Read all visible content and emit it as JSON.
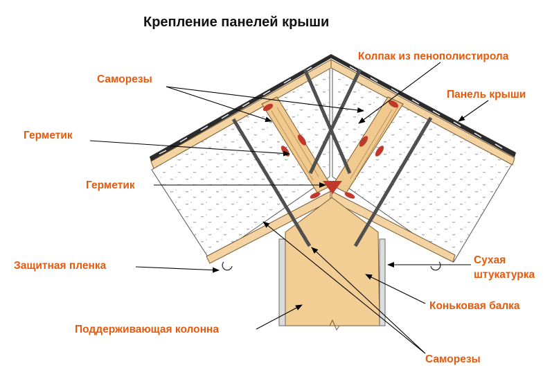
{
  "title": "Крепление панелей крыши",
  "labels": {
    "cap": "Колпак из пенополистирола",
    "screws_top": "Саморезы",
    "roof_panel": "Панель крыши",
    "sealant_left": "Герметик",
    "sealant_center": "Герметик",
    "protective_film": "Защитная пленка",
    "drywall_line1": "Сухая",
    "drywall_line2": "штукатурка",
    "ridge_beam": "Коньковая балка",
    "support_column": "Поддерживающая колонна",
    "screws_bottom": "Саморезы"
  },
  "colors": {
    "label": "#e8590c",
    "title": "#111111",
    "wood": "#f2d3a1",
    "wood_edge": "#7a5a30",
    "foam": "#ffffff",
    "sealant": "#c0392b",
    "roof_cover": "#2b2b2b",
    "screw": "#555555"
  }
}
